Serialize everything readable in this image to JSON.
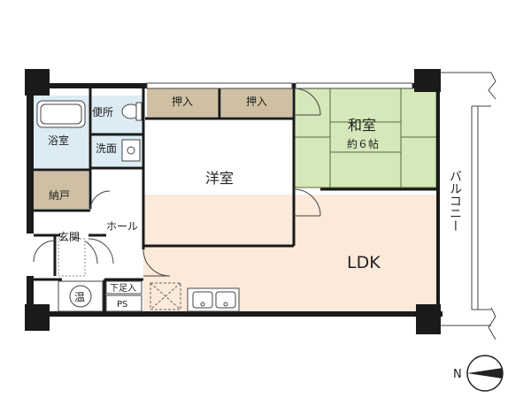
{
  "rooms": {
    "bathroom": "浴室",
    "toilet": "便所",
    "washroom": "洗面",
    "storage": "納戸",
    "entrance": "玄関",
    "hall": "ホール",
    "closet_left": "押入",
    "closet_right": "押入",
    "western_room": "洋室",
    "japanese_room": "和室",
    "japanese_room_size": "約６帖",
    "ldk": "LDK",
    "balcony": "バルコニー",
    "shoe_closet": "下足入",
    "pipe_space": "PS",
    "water_heater": "温"
  },
  "compass": {
    "north_label": "N"
  },
  "colors": {
    "wall": "#1a1a1a",
    "ldk_floor": "#fbe9da",
    "tatami": "#d5e8b9",
    "storage": "#cfc0a3",
    "closet": "#cfc0a3",
    "wet_area": "#dcebf4"
  }
}
